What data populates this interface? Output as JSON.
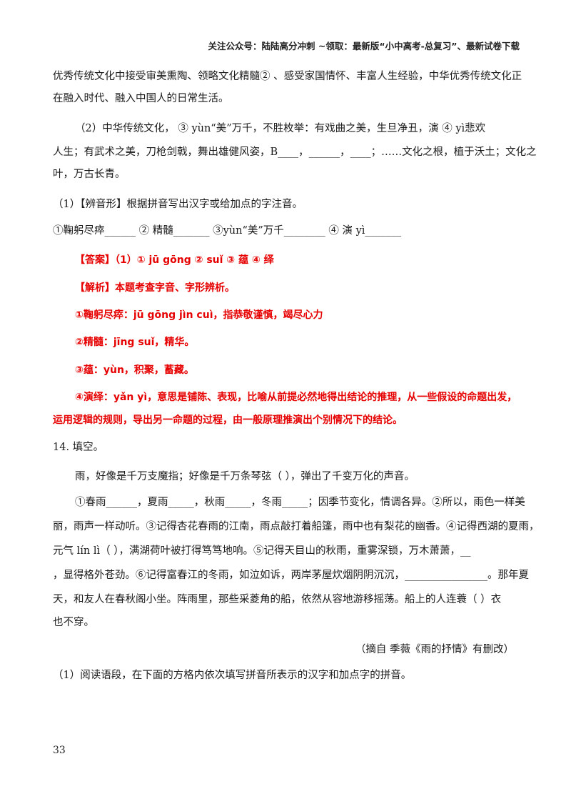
{
  "header": "关注公众号：陆陆高分冲刺 ~领取：最新版“小中高考-总复习”、最新试卷下载",
  "passage": {
    "line1": "优秀传统文化中接受审美熏陶、领略文化精髓② 、感受家国情怀、丰富人生经验，中华优秀传统文化正",
    "line2": "在融入时代、融入中国人的日常生活。",
    "line3": "（2）中华传统文化，  ③ yùn“美”万千，不胜枚举：有戏曲之美，生旦净丑，演 ④ yì悲欢",
    "line4": "人生；有武术之美，刀枪剑戟，舞出雄健风姿，B____，______，____；……文化之根，植于沃土；文化之",
    "line5": "叶，万古长青。"
  },
  "question1": {
    "prompt": "（1）【辨音形】根据拼音写出汉字或给加点的字注音。",
    "items": "①鞠躬尽瘁______ ② 精髓_______  ③yùn“美”万千________ ④ 演 yì_______"
  },
  "answer": {
    "line1": "【答案】（1）①  jū gōng    ② suǐ    ③  蕴    ④  绎",
    "line2": "【解析】本题考查字音、字形辨析。",
    "line3": "①鞠躬尽瘁：jū gōng jìn cuì，指恭敬谨慎，竭尽心力",
    "line4": "②精髓：jīng suǐ，精华。",
    "line5": "③蕴：yùn，积聚，蓄藏。",
    "line6": "④演绎：yǎn yì，意思是铺陈、表现，比喻从前提必然地得出结论的推理，从一些假设的命题出发，",
    "line7": "运用逻辑的规则，导出另一命题的过程，由一般原理推演出个别情况下的结论。"
  },
  "question14": {
    "title": "14. 填空。",
    "line1": "雨，好像是千万支魔指；好像是千万条琴弦（       ），弹出了千变万化的声音。",
    "line2": "①春雨______，夏雨_____，秋雨_____，冬雨_____；因季节变化，情调各异。②所以，雨色一样美",
    "line3": "丽，雨声一样动听。③记得杏花春雨的江南，雨点敲打着船篷，雨中也有梨花的幽香。④记得西湖的夏雨，",
    "line4": "元气 lín  lì（       ），满湖荷叶被打得笃笃地响。⑤记得天目山的秋雨，重雾深锁，万木萧萧，__",
    "line5": "，显得格外苍劲。⑥记得富春江的冬雨，如泣如诉，两岸茅屋炊烟阴阴沉沉，________________。那年夏",
    "line6": "天，和友人在春秋阁小坐。阵雨里，那些采菱角的船，依然从容地游移摇荡。船上的人连蓑（       ）衣",
    "line7": "也不穿。",
    "source": "（摘自  季薇《雨的抒情》有删改）",
    "sub1": "（1）阅读语段，在下面的方格内依次填写拼音所表示的汉字和加点字的拼音。"
  },
  "page_number": "33"
}
